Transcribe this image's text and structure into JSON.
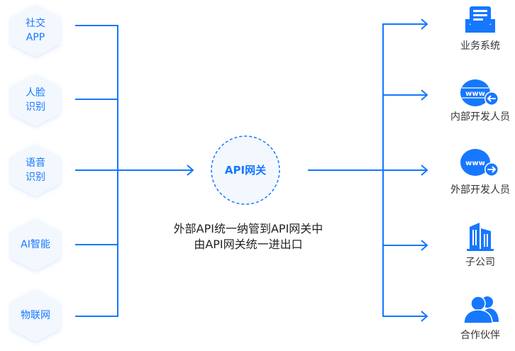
{
  "colors": {
    "accent": "#1677ff",
    "hex_fill": "#f3f8ff",
    "text_dark": "#333333"
  },
  "sources": [
    {
      "line1": "社交",
      "line2": "APP"
    },
    {
      "line1": "人脸",
      "line2": "识别"
    },
    {
      "line1": "语音",
      "line2": "识别"
    },
    {
      "line1": "AI智能",
      "line2": ""
    },
    {
      "line1": "物联网",
      "line2": ""
    }
  ],
  "gateway": {
    "label": "API网关",
    "caption_line1": "外部API统一纳管到API网关中",
    "caption_line2": "由API网关统一进出口"
  },
  "targets": [
    {
      "label": "业务系统",
      "icon": "server-stack-icon"
    },
    {
      "label": "内部开发人员",
      "icon": "www-inbound-icon"
    },
    {
      "label": "外部开发人员",
      "icon": "www-outbound-icon"
    },
    {
      "label": "子公司",
      "icon": "building-icon"
    },
    {
      "label": "合作伙伴",
      "icon": "users-icon"
    }
  ]
}
